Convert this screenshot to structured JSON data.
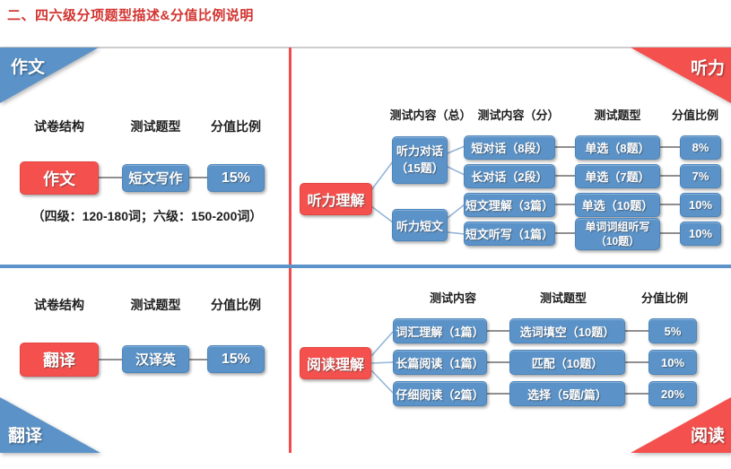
{
  "title": "二、四六级分项题型描述&分值比例说明",
  "corner_ribbons": {
    "writing": "作文",
    "listening": "听力",
    "translation": "翻译",
    "reading": "阅读"
  },
  "writing": {
    "headers": [
      "试卷结构",
      "测试题型",
      "分值比例"
    ],
    "root": "作文",
    "question_type": "短文写作",
    "percent": "15%",
    "note": "（四级：120-180词；六级：150-200词）"
  },
  "listening": {
    "headers": [
      "测试内容（总）",
      "测试内容（分）",
      "测试题型",
      "分值比例"
    ],
    "root": "听力理解",
    "groups": [
      {
        "line1": "听力对话",
        "line2": "（15题）"
      },
      {
        "line1": "听力短文"
      }
    ],
    "rows": [
      {
        "content": "短对话（8段）",
        "question_type": "单选（8题）",
        "percent": "8%"
      },
      {
        "content": "长对话（2段）",
        "question_type": "单选（7题）",
        "percent": "7%"
      },
      {
        "content": "短文理解（3篇）",
        "question_type": "单选（10题）",
        "percent": "10%"
      },
      {
        "content": "短文听写（1篇）",
        "question_type_line1": "单词词组听写",
        "question_type_line2": "（10题）",
        "percent": "10%"
      }
    ]
  },
  "translation": {
    "headers": [
      "试卷结构",
      "测试题型",
      "分值比例"
    ],
    "root": "翻译",
    "question_type": "汉译英",
    "percent": "15%"
  },
  "reading": {
    "headers": [
      "测试内容",
      "测试题型",
      "分值比例"
    ],
    "root": "阅读理解",
    "rows": [
      {
        "content": "词汇理解（1篇）",
        "question_type": "选词填空（10题）",
        "percent": "5%"
      },
      {
        "content": "长篇阅读（1篇）",
        "question_type": "匹配（10题）",
        "percent": "10%"
      },
      {
        "content": "仔细阅读（2篇）",
        "question_type": "选择（5题/篇）",
        "percent": "20%"
      }
    ]
  },
  "colors": {
    "accent_red": "#f4514e",
    "accent_blue": "#5b93c8",
    "divider_red": "#f2494b",
    "divider_blue": "#5b92c8",
    "title_red": "#d23430"
  }
}
